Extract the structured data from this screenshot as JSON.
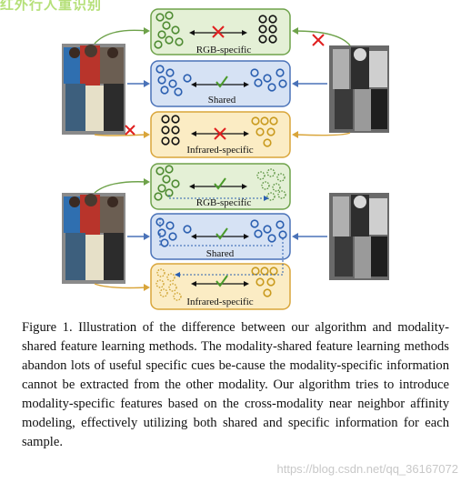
{
  "colors": {
    "rgb_fill": "#e4f0d6",
    "rgb_stroke": "#6ea24a",
    "rgb_dot": "#4e8b32",
    "shared_fill": "#d6e2f4",
    "shared_stroke": "#4a72b8",
    "shared_dot": "#2b5fb0",
    "ir_fill": "#fbecc4",
    "ir_stroke": "#d9a53a",
    "ir_dot": "#c99a1e",
    "black_dot": "#111111",
    "cross": "#e02020",
    "check": "#4a9a2a"
  },
  "panels": {
    "rgb_specific": "RGB-specific",
    "shared": "Shared",
    "infrared_specific": "Infrared-specific"
  },
  "banner": "红外行人重识别",
  "caption": "Figure 1. Illustration of the difference between our algorithm and modality-shared feature learning methods. The modality-shared feature learning methods abandon lots of useful specific cues be-cause the modality-specific information cannot be extracted from the other modality. Our algorithm tries to introduce modality-specific features based on the cross-modality near neighbor affinity modeling, effectively utilizing both shared and specific information for each sample.",
  "watermark": "https://blog.csdn.net/qq_36167072"
}
